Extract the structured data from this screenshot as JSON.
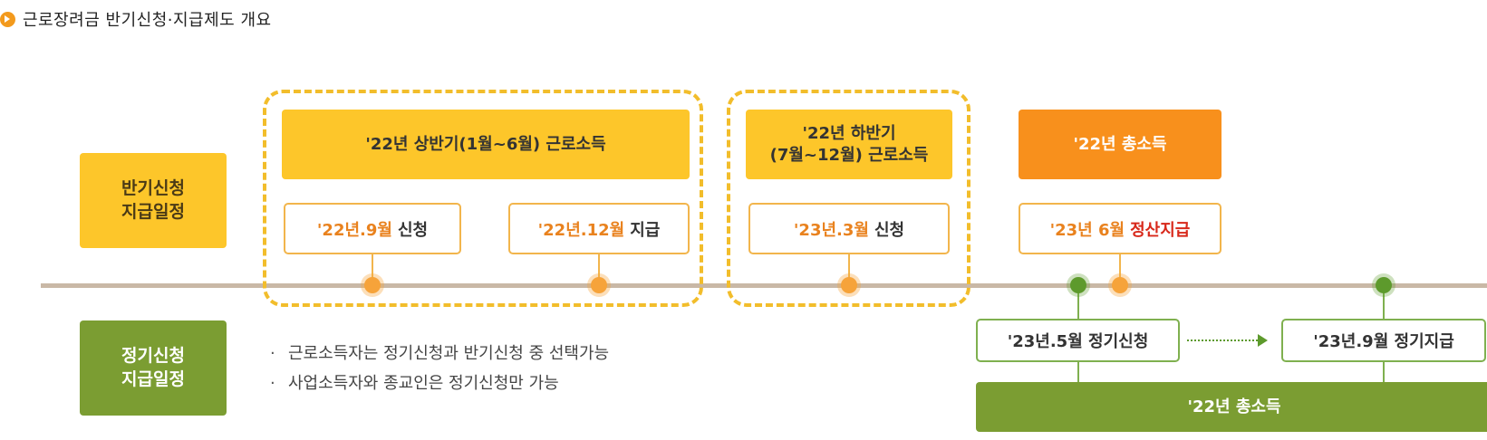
{
  "header": {
    "icon": "arrow-bullet-icon",
    "title": "근로장려금 반기신청·지급제도 개요"
  },
  "rows": {
    "half": {
      "line1": "반기신청",
      "line2": "지급일정"
    },
    "regular": {
      "line1": "정기신청",
      "line2": "지급일정"
    }
  },
  "periods": {
    "first_half": "'22년 상반기(1월~6월) 근로소득",
    "second_half_line1": "'22년 하반기",
    "second_half_line2": "(7월~12월) 근로소득",
    "total_income": "'22년 총소득",
    "regular_total_income": "'22년 총소득"
  },
  "events": {
    "e1": {
      "date": "'22년.9월",
      "action": "신청"
    },
    "e2": {
      "date": "'22년.12월",
      "action": "지급"
    },
    "e3": {
      "date": "'23년.3월",
      "action": "신청"
    },
    "e4": {
      "date": "'23년 6월",
      "action": "정산지급"
    },
    "e5": {
      "text": "'23년.5월 정기신청"
    },
    "e6": {
      "text": "'23년.9월 정기지급"
    }
  },
  "notes": [
    "근로소득자는 정기신청과 반기신청 중 선택가능",
    "사업소득자와 종교인은 정기신청만 가능"
  ],
  "note_bullet": "·",
  "colors": {
    "yellow": "#fdc62a",
    "orange": "#f8901c",
    "green": "#7b9d32",
    "dashed": "#f2bd2b",
    "axis": "#c9b8a6",
    "red_text": "#d8281a",
    "orange_text": "#e9821e"
  }
}
